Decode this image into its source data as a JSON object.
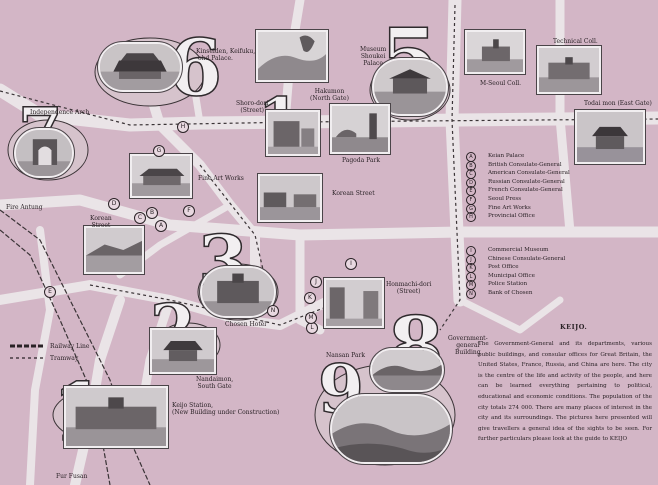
{
  "map": {
    "places": {
      "kinsaiden": "Kinseiden, Keifuku,\n-ohd Palace.",
      "independence_arch": "Independence Arch",
      "shoro_dori": "Shoro-dori\n(Street)",
      "hakumon": "Hakumon\n(North Gate)",
      "museum": "Museum\nShoukei\nPalace",
      "mseoul_coll": "M-Seoul Coll.",
      "technical_coll": "Technical Coll.",
      "todai_mon": "Todai mon (East Gate)",
      "pagoda_park": "Pagoda Park",
      "fine_art_works": "Fine Art Works",
      "korean_street": "Korean Street",
      "fire_antung": "Fire Antung",
      "korean_street_left": "Korean\nStreet",
      "honmachi": "Honmachi-dori\n(Street)",
      "chosen_hotel": "Chosen Hotel",
      "nandaimon": "Nandaimon,\nSouth Gate",
      "keijo_station": "Keijo Station,\n(New Building under Construction)",
      "nansan_park": "Nansan Park",
      "gov_general": "Government-\ngeneral\nBuilding",
      "fur_fusan": "Fur Fusan"
    },
    "circle_markers": [
      "H",
      "G",
      "D",
      "B",
      "A",
      "C",
      "F",
      "E",
      "I",
      "J",
      "K",
      "L",
      "M",
      "N"
    ],
    "big_numbers": [
      "6",
      "7",
      "1",
      "5",
      "3",
      "2",
      "1",
      "8",
      "9"
    ],
    "line_legend": {
      "railway": "Railway Line",
      "tramway": "Tramway"
    },
    "legend": [
      {
        "key": "A",
        "text": "Keian Palace"
      },
      {
        "key": "B",
        "text": "British Consulate-General"
      },
      {
        "key": "C",
        "text": "American Consulate-General"
      },
      {
        "key": "D",
        "text": "Russian Consulate-General"
      },
      {
        "key": "E",
        "text": "French Consulate-General"
      },
      {
        "key": "F",
        "text": "Seoul Press"
      },
      {
        "key": "G",
        "text": "Fine Art Works"
      },
      {
        "key": "H",
        "text": "Provincial Office"
      }
    ],
    "legend2": [
      {
        "key": "I",
        "text": "Commercial Museum"
      },
      {
        "key": "J",
        "text": "Chinese Consulate-General"
      },
      {
        "key": "K",
        "text": "Post Office"
      },
      {
        "key": "L",
        "text": "Municipal Office"
      },
      {
        "key": "M",
        "text": "Police Station"
      },
      {
        "key": "N",
        "text": "Bank of Chosen"
      }
    ],
    "caption": {
      "title": "KEIJO.",
      "body": "The Government-General and its departments, various public buildings, and consular offices for Great Britain, the United States, France, Russia, and China are here. The city is the centre of the life and activity of the people, and here can be learned everything pertaining to political, educational and economic conditions. The population of the city totals 274 000. There are many places of interest in the city and its surroundings. The pictures here presented will give travellers a general idea of the sights to be seen. For further particulars please look at the guide to KEIJO"
    }
  }
}
